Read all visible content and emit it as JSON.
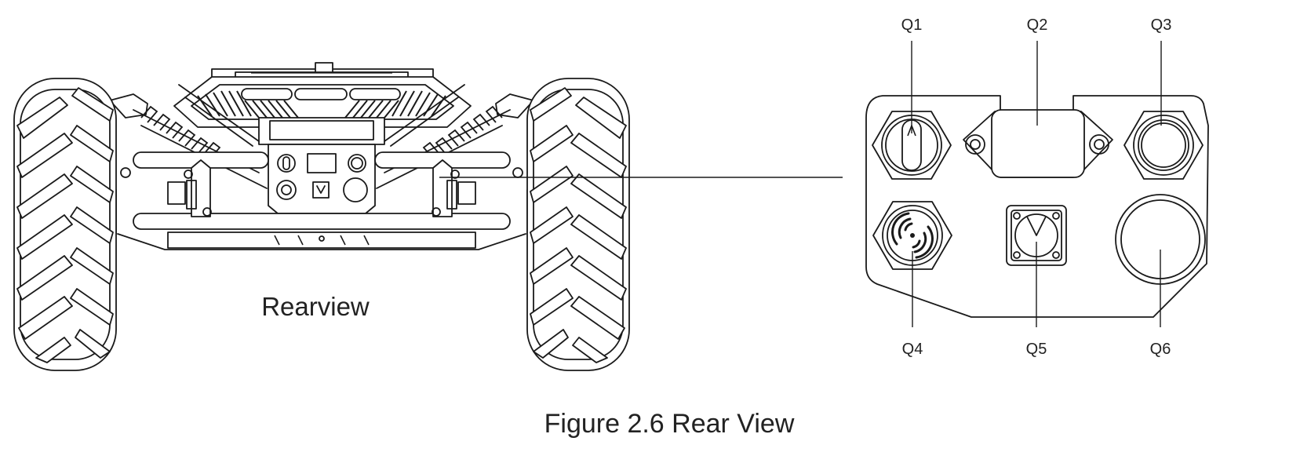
{
  "figure": {
    "caption": "Figure 2.6 Rear View",
    "view_label": "Rearview",
    "callouts": [
      "Q1",
      "Q2",
      "Q3",
      "Q4",
      "Q5",
      "Q6"
    ]
  }
}
